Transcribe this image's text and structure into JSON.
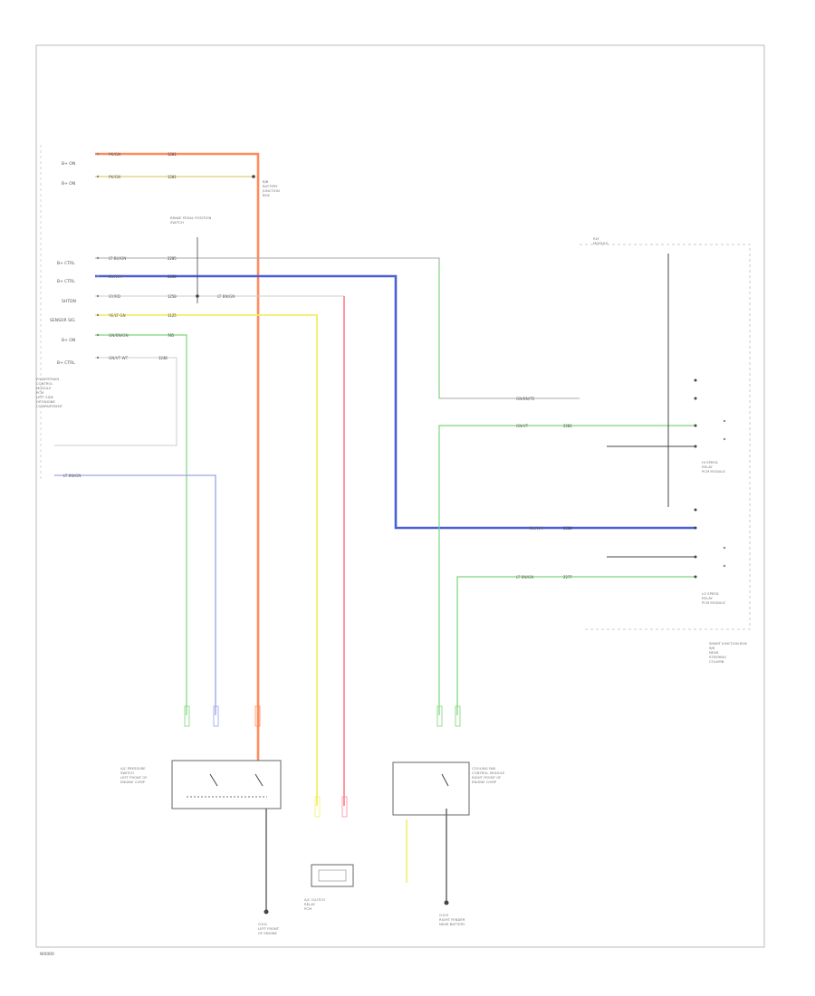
{
  "pin_labels": {
    "p1": "B+ ON",
    "p2": "B+ ON",
    "p3": "B+ CTRL",
    "p4": "B+ CTRL",
    "p5": "SHTDN",
    "p6": "SENSOR SIG",
    "p7": "B+ ON",
    "p8": "B+ CTRL"
  },
  "wire_labels": {
    "w1": "PK/GN",
    "w2": "PK/GN",
    "w3": "LT BU/GN",
    "w4": "BU/WH",
    "w5": "GY/RD",
    "w6": "YE/LT GN",
    "w7": "GN/BN/GN",
    "w8": "GN/VT WT",
    "w9": "GN/BN/TE",
    "w10": "GN/VT",
    "w11": "LT BN/GN",
    "w12": "LT BN/GN",
    "w13": "BU/WH",
    "w14": "LT BN/GN"
  },
  "circuit_codes": {
    "c1": "1201",
    "c2": "1201",
    "c3": "2285",
    "c4": "2286",
    "c5": "1250",
    "c6": "1125",
    "c7": "785",
    "c8": "1248",
    "c9": "2281",
    "c10": "2280",
    "c11": "2277"
  },
  "components": {
    "battery_junction": "BJB\nBATTERY\nJUNCTION\nBOX",
    "brake_sensor": "BRAKE PEDAL POSITION\nSWITCH",
    "hi_speed_relay": "HI SPEED\nRELAY\nPCM MODULE",
    "lo_speed_relay": "LO SPEED\nRELAY\nPCM MODULE",
    "smart_junction": "SMART JUNCTION BOX\nSJB\nNEAR\nSTEERING\nCOLUMN",
    "fuel_pressure": "A/C PRESSURE\nSWITCH\nLEFT FRONT OF\nENGINE COMP",
    "ac_pressure": "A/C CLUTCH\nRELAY\nPCM",
    "control_module": "COOLING FAN\nCONTROL MODULE\nRIGHT FRONT OF\nENGINE COMP",
    "powertrain": "POWERTRAIN\nCONTROL\nMODULE\nPCM\nLEFT SIDE\nOF ENGINE\nCOMPARTMENT",
    "ground1": "G101\nLEFT FRONT\nOF ENGINE",
    "ground2": "G103\nRIGHT FENDER\nNEAR BATTERY",
    "module_label": "RLY\nMODULE"
  },
  "wire_colors": {
    "pink": "#ff8a5c",
    "tan": "#e6d58a",
    "blue": "#4a5fd6",
    "green": "#7bd67b",
    "yellow": "#f2ee6a",
    "red": "#ff8a9a",
    "lavender": "#9aa3e6",
    "gray": "#aaaaaa",
    "black": "#333333"
  },
  "footer_code": "W0000"
}
